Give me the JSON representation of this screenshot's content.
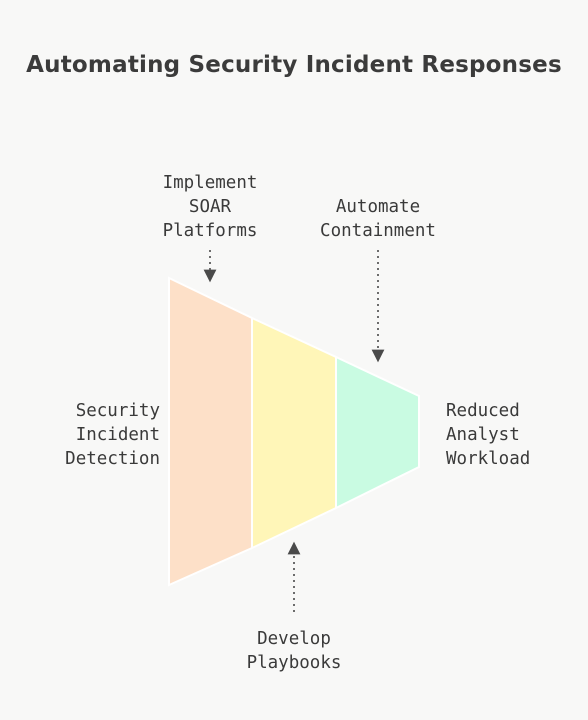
{
  "title": "Automating Security Incident Responses",
  "stages": [
    {
      "name": "stage-1",
      "color": "#fde0c8"
    },
    {
      "name": "stage-2",
      "color": "#fff6b8"
    },
    {
      "name": "stage-3",
      "color": "#c9fbe2"
    }
  ],
  "labels": {
    "implement": [
      "Implement",
      "SOAR",
      "Platforms"
    ],
    "automate": [
      "Automate",
      "Containment"
    ],
    "input": [
      "Security",
      "Incident",
      "Detection"
    ],
    "output": [
      "Reduced",
      "Analyst",
      "Workload"
    ],
    "develop": [
      "Develop",
      "Playbooks"
    ]
  }
}
